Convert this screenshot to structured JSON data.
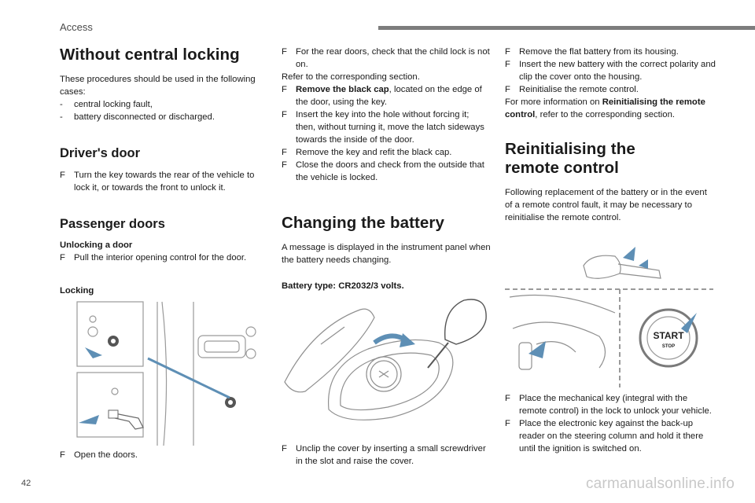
{
  "header": {
    "section": "Access"
  },
  "footer": {
    "page_number": "42",
    "watermark": "carmanualsonline.info"
  },
  "colors": {
    "accent_arrow": "#5e8fb5",
    "header_bar": "#7d7d7d",
    "line_art": "#9a9a9a"
  },
  "left": {
    "title": "Without central locking",
    "intro": "These procedures should be used in the following cases:",
    "cases": [
      "central locking fault,",
      "battery disconnected or discharged."
    ],
    "drivers_door": {
      "title": "Driver's door",
      "steps": [
        "Turn the key towards the rear of the vehicle to lock it, or towards the front to unlock it."
      ]
    },
    "passenger_doors": {
      "title": "Passenger doors",
      "unlock_title": "Unlocking a door",
      "unlock_steps": [
        "Pull the interior opening control for the door."
      ],
      "lock_title": "Locking",
      "lock_steps": [
        "Open the doors."
      ]
    }
  },
  "middle": {
    "steps_top_1": "For the rear doors, check that the child lock is not on.",
    "refer": "Refer to the corresponding section.",
    "cap_bold": "Remove the black cap",
    "cap_rest": ", located on the edge of the door, using the key.",
    "steps_top_2": [
      "Insert the key into the hole without forcing it; then, without turning it, move the latch sideways towards the inside of the door.",
      "Remove the key and refit the black cap.",
      "Close the doors and check from the outside that the vehicle is locked."
    ],
    "battery": {
      "title": "Changing the battery",
      "intro": "A message is displayed in the instrument panel when the battery needs changing.",
      "type": "Battery type: CR2032/3 volts.",
      "steps": [
        "Unclip the cover by inserting a small screwdriver in the slot and raise the cover."
      ]
    }
  },
  "right": {
    "steps": [
      "Remove the flat battery from its housing.",
      "Insert the new battery with the correct polarity and clip the cover onto the housing.",
      "Reinitialise the remote control."
    ],
    "more_prefix": "For more information on ",
    "more_bold": "Reinitialising the remote control",
    "more_suffix": ", refer to the corresponding section.",
    "reinit": {
      "title": "Reinitialising the remote control",
      "intro": "Following replacement of the battery or in the event of a remote control fault, it may be necessary to reinitialise the remote control.",
      "start_button": {
        "line1": "START",
        "line2": "STOP"
      },
      "steps": [
        "Place the mechanical key (integral with the remote control) in the lock to unlock your vehicle.",
        "Place the electronic key against the back-up reader on the steering column and hold it there until the ignition is switched on."
      ]
    }
  },
  "bullet_symbol": "F",
  "dash_symbol": "-"
}
